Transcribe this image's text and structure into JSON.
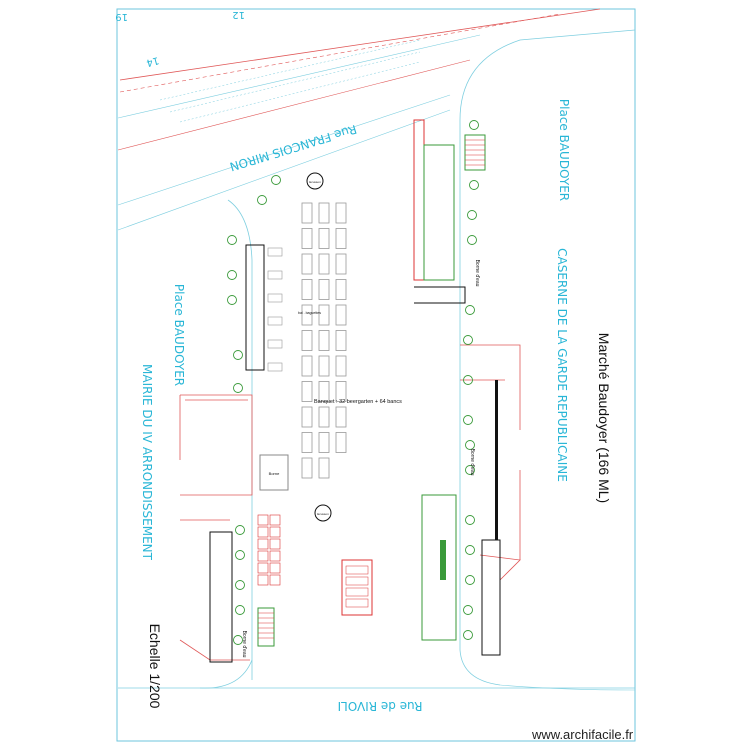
{
  "plan": {
    "title": "Marché Baudoyer (166 ML)",
    "scale": "Echelle 1/200",
    "streets": {
      "rue_francois_miron": "Rue FRANCOIS MIRON",
      "place_baudoyer_right": "Place BAUDOYER",
      "place_baudoyer_left": "Place BAUDOYER",
      "caserne": "CASERNE DE LA GARDE REPUBLICAINE",
      "mairie": "MAIRIE DU IV ARRONDISSEMENT",
      "rue_de_rivoli": "Rue de RIVOLI"
    },
    "street_numbers": {
      "n19": "19",
      "n12": "12",
      "n14": "14"
    },
    "annotations": {
      "banquet": "Banquet : 32 beergarten + 64 bancs",
      "borne_top": "Borne d'eau",
      "borne_mid": "Borne d'eau",
      "borne_bottom": "Borne d'eau",
      "small_box": "Borne",
      "bal_label": "bal . baguettes",
      "top_circle": "Ecusson",
      "mid_circle": "Ecusson"
    }
  },
  "footer": {
    "credit": "www.archifacile.fr"
  }
}
